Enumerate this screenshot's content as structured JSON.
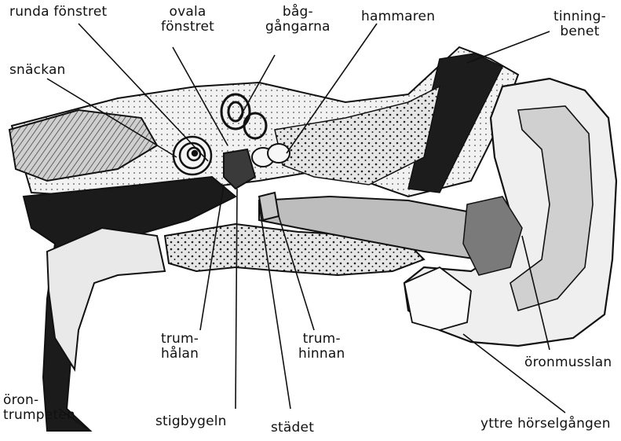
{
  "labels": {
    "runda_fonstret": "runda fönstret",
    "ovala_l1": "ovala",
    "ovala_l2": "fönstret",
    "bag_l1": "båg-",
    "bag_l2": "gångarna",
    "hammaren": "hammaren",
    "tinning_l1": "tinning-",
    "tinning_l2": "benet",
    "snackan": "snäckan",
    "trumhalan_l1": "trum-",
    "trumhalan_l2": "hålan",
    "trumhinnan_l1": "trum-",
    "trumhinnan_l2": "hinnan",
    "oronmusslan": "öronmusslan",
    "orontrumpeten_l1": "öron-",
    "orontrumpeten_l2": "trumpeten",
    "stigbygeln": "stigbygeln",
    "stadet": "städet",
    "yttre_horselgangen": "yttre hörselgången"
  },
  "colors": {
    "ink": "#111111",
    "paper": "#ffffff",
    "shade": "#2a2a2a",
    "mid": "#6b6b6b",
    "light": "#d9d9d9"
  }
}
